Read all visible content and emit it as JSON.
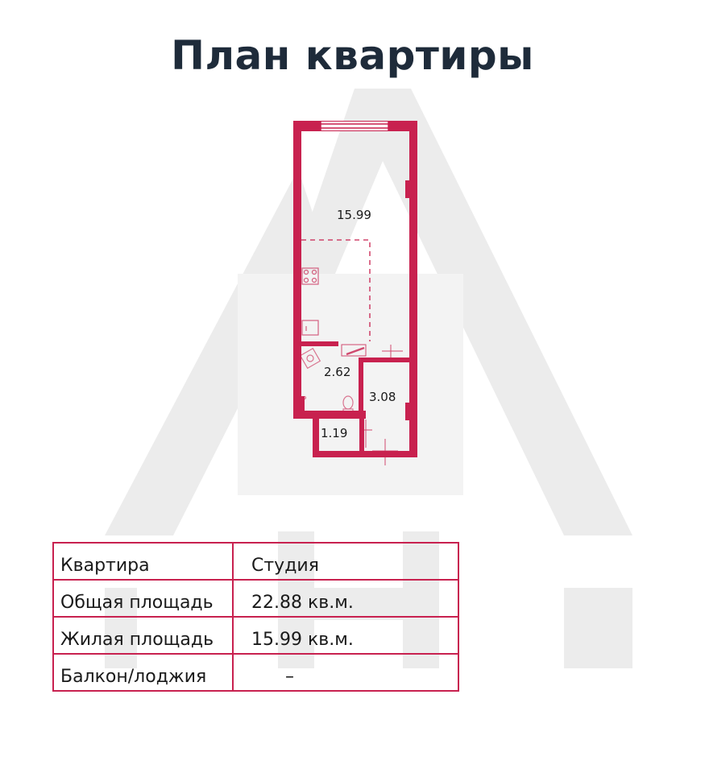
{
  "title": "План квартиры",
  "colors": {
    "wall": "#c8214f",
    "title": "#1e2b3a",
    "watermark": "#eaeaea"
  },
  "rooms": [
    {
      "name": "living-room",
      "area": "15.99"
    },
    {
      "name": "hall",
      "area": "2.62"
    },
    {
      "name": "bathroom",
      "area": "3.08"
    },
    {
      "name": "storage",
      "area": "1.19"
    }
  ],
  "table": {
    "rows": [
      {
        "label": "Квартира",
        "value": "Студия"
      },
      {
        "label": "Общая площадь",
        "value": "22.88 кв.м."
      },
      {
        "label": "Жилая площадь",
        "value": "15.99 кв.м."
      },
      {
        "label": "Балкон/лоджия",
        "value": "–"
      }
    ]
  }
}
